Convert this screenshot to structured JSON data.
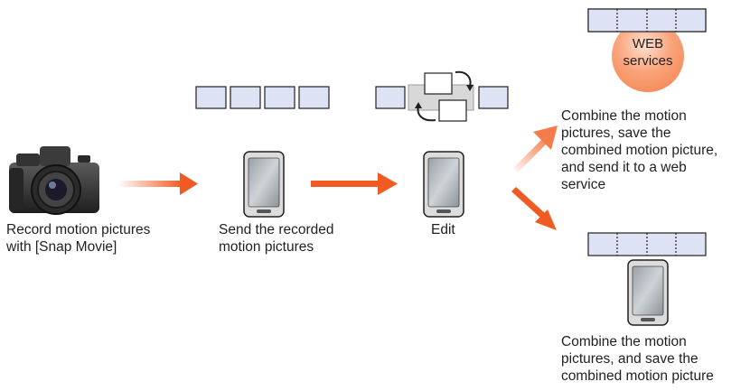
{
  "steps": [
    {
      "label": "Record motion pictures\nwith [Snap Movie]",
      "icon": "camera-icon"
    },
    {
      "label": "Send the recorded\nmotion pictures",
      "icon": "smartphone-icon"
    },
    {
      "label": "Edit",
      "icon": "smartphone-icon"
    }
  ],
  "outcomes": [
    {
      "label": "Combine the motion\npictures, save the\ncombined motion picture,\nand send it to a web\nservice",
      "badge": "WEB\nservices",
      "icon": "web-services-icon"
    },
    {
      "label": "Combine the motion\npictures, and save the\ncombined motion picture",
      "icon": "smartphone-icon"
    }
  ],
  "colors": {
    "arrow": "#f15a22",
    "frame_fill": "#dde3f4",
    "frame_stroke": "#231f20",
    "web_badge": "#f8a27a"
  }
}
